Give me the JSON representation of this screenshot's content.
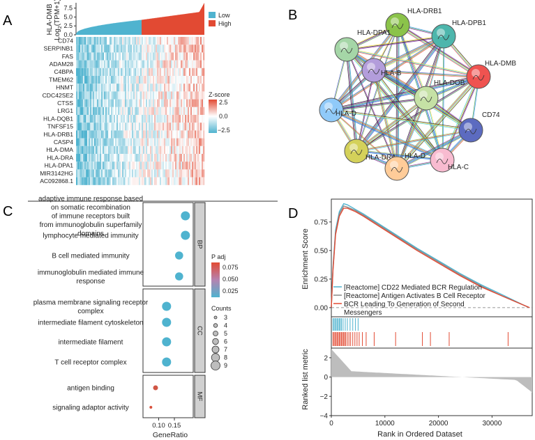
{
  "panels": {
    "a": "A",
    "b": "B",
    "c": "C",
    "d": "D"
  },
  "heatmap": {
    "top_ylabel": [
      "HLA-DMB",
      "Log",
      "2",
      "(TPM+1)"
    ],
    "top_yticks": [
      0.0,
      2.5,
      5.0,
      7.5
    ],
    "top_ylim": [
      0,
      9
    ],
    "groups": [
      {
        "name": "Low",
        "color": "#4FB3CF"
      },
      {
        "name": "High",
        "color": "#E24A33"
      }
    ],
    "genes": [
      "CD74",
      "SERPINB1",
      "FAS",
      "ADAM28",
      "C4BPA",
      "TMEM62",
      "HNMT",
      "CDC42SE2",
      "CTSS",
      "LRG1",
      "HLA-DQB1",
      "TNFSF15",
      "HLA-DRB1",
      "CASP4",
      "HLA-DMA",
      "HLA-DRA",
      "HLA-DPA1",
      "MIR3142HG",
      "AC092868.1"
    ],
    "zscore": {
      "title": "Z-score",
      "ticks": [
        2.5,
        0.0,
        -2.5
      ],
      "tick_labels": [
        "2.5",
        "0.0",
        "−2.5"
      ],
      "range": [
        -3,
        3
      ]
    }
  },
  "network": {
    "nodes": [
      "HLA-DRB1",
      "HLA-DPB1",
      "HLA-DPA1",
      "HLA-DMB",
      "HLA-B",
      "HLA-DOB",
      "HLA-D",
      "CD74",
      "HLA-DRA",
      "HLA-C",
      "HLA-D"
    ],
    "colors": [
      "#8BC34A",
      "#4DB6AC",
      "#A5D6A7",
      "#EF5350",
      "#B39DDB",
      "#C5E1A5",
      "#90CAF9",
      "#5C6BC0",
      "#D4D15A",
      "#F8BBD0",
      "#FFCC99"
    ]
  },
  "dotplot": {
    "xlabel": "GeneRatio",
    "xticks": [
      0.1,
      0.15
    ],
    "xtick_labels": [
      "0.10",
      "0.15"
    ],
    "sections": [
      "BP",
      "CC",
      "MF"
    ],
    "padj": {
      "title": "P adj",
      "ticks": [
        0.075,
        0.05,
        0.025
      ],
      "tick_labels": [
        "0.075",
        "0.050",
        "0.025"
      ]
    },
    "counts": {
      "title": "Counts",
      "values": [
        3,
        4,
        5,
        6,
        7,
        8,
        9
      ]
    }
  },
  "gsea": {
    "ylabel_es": "Enrichment Score",
    "ylabel_rank": "Ranked list metric",
    "xlabel": "Rank in Ordered Dataset",
    "es_ticks": [
      "0.00",
      "0.25",
      "0.50",
      "0.75"
    ],
    "rank_ticks": [
      "2",
      "0",
      "−2",
      "−4"
    ],
    "x_ticks": [
      "0",
      "10000",
      "20000",
      "30000"
    ],
    "legend": [
      {
        "label": "[Reactome] CD22 Mediated BCR Regulation",
        "color": "#4FB3CF"
      },
      {
        "label": "[Reactome] Antigen Activates B Cell Receptor",
        "color": "#888888"
      },
      {
        "label": "BCR Leading To Generation of Second Messengers",
        "color": "#E24A33"
      }
    ]
  },
  "chart_data": [
    {
      "type": "heatmap",
      "panel": "A",
      "rows": [
        "CD74",
        "SERPINB1",
        "FAS",
        "ADAM28",
        "C4BPA",
        "TMEM62",
        "HNMT",
        "CDC42SE2",
        "CTSS",
        "LRG1",
        "HLA-DQB1",
        "TNFSF15",
        "HLA-DRB1",
        "CASP4",
        "HLA-DMA",
        "HLA-DRA",
        "HLA-DPA1",
        "MIR3142HG",
        "AC092868.1"
      ],
      "groups": [
        "Low",
        "High"
      ],
      "top_bar": {
        "ylabel": "HLA-DMB Log2 (TPM+1)",
        "ylim": [
          0,
          9
        ],
        "yticks": [
          0.0,
          2.5,
          5.0,
          7.5
        ],
        "min": 0.3,
        "group_split": 4.2,
        "max": 9
      }
    },
    {
      "type": "scatter",
      "panel": "C",
      "xlabel": "GeneRatio",
      "xlim": [
        0.05,
        0.21
      ],
      "categories": [
        {
          "section": "BP",
          "term": "adaptive immune response based on somatic recombination of immune receptors built from immunoglobulin superfamily domains",
          "lines": [
            "adaptive immune response based",
            "on somatic recombination",
            "of immune receptors built",
            "from immunoglobulin superfamily",
            "domains"
          ],
          "x": 0.185,
          "padj": 0.01,
          "count": 9
        },
        {
          "section": "BP",
          "term": "lymphocyte mediated immunity",
          "lines": [
            "lymphocyte mediated immunity"
          ],
          "x": 0.185,
          "padj": 0.01,
          "count": 9
        },
        {
          "section": "BP",
          "term": "B cell mediated immunity",
          "lines": [
            "B cell mediated immunity"
          ],
          "x": 0.165,
          "padj": 0.01,
          "count": 8
        },
        {
          "section": "BP",
          "term": "immunoglobulin mediated immune response",
          "lines": [
            "immunoglobulin mediated immune",
            "response"
          ],
          "x": 0.165,
          "padj": 0.01,
          "count": 8
        },
        {
          "section": "CC",
          "term": "plasma membrane signaling receptor complex",
          "lines": [
            "plasma membrane signaling receptor",
            "complex"
          ],
          "x": 0.125,
          "padj": 0.01,
          "count": 9
        },
        {
          "section": "CC",
          "term": "intermediate filament cytoskeleton",
          "lines": [
            "intermediate filament cytoskeleton"
          ],
          "x": 0.125,
          "padj": 0.01,
          "count": 9
        },
        {
          "section": "CC",
          "term": "intermediate filament",
          "lines": [
            "intermediate filament"
          ],
          "x": 0.125,
          "padj": 0.01,
          "count": 9
        },
        {
          "section": "CC",
          "term": "T cell receptor complex",
          "lines": [
            "T cell receptor complex"
          ],
          "x": 0.125,
          "padj": 0.01,
          "count": 9
        },
        {
          "section": "MF",
          "term": "antigen binding",
          "lines": [
            "antigen binding"
          ],
          "x": 0.09,
          "padj": 0.085,
          "count": 5
        },
        {
          "section": "MF",
          "term": "signaling adaptor activity",
          "lines": [
            "signaling adaptor activity"
          ],
          "x": 0.075,
          "padj": 0.09,
          "count": 3
        }
      ]
    },
    {
      "type": "line",
      "panel": "D",
      "xlabel": "Rank in Ordered Dataset",
      "ylabel": "Enrichment Score",
      "xlim": [
        0,
        37500
      ],
      "ylim": [
        -0.08,
        0.95
      ],
      "series": [
        {
          "name": "[Reactome] CD22 Mediated BCR Regulation",
          "color": "#4FB3CF",
          "x": [
            0,
            300,
            800,
            1500,
            2300,
            3000,
            4500,
            6000,
            9000,
            12000,
            16000,
            20000,
            24000,
            28000,
            32000,
            36000,
            37000
          ],
          "y": [
            0,
            0.35,
            0.68,
            0.84,
            0.91,
            0.9,
            0.86,
            0.82,
            0.73,
            0.64,
            0.52,
            0.41,
            0.3,
            0.2,
            0.11,
            0.02,
            0
          ]
        },
        {
          "name": "[Reactome] Antigen Activates B Cell Receptor",
          "color": "#888888",
          "x": [
            0,
            300,
            800,
            1500,
            2300,
            3000,
            4500,
            6000,
            9000,
            12000,
            16000,
            20000,
            24000,
            28000,
            32000,
            36000,
            37000
          ],
          "y": [
            0,
            0.33,
            0.66,
            0.82,
            0.89,
            0.88,
            0.85,
            0.81,
            0.72,
            0.63,
            0.51,
            0.4,
            0.29,
            0.19,
            0.1,
            0.02,
            0
          ]
        },
        {
          "name": "BCR Leading To Generation of Second Messengers",
          "color": "#E24A33",
          "x": [
            0,
            300,
            800,
            1500,
            2300,
            3000,
            4500,
            6000,
            9000,
            12000,
            16000,
            20000,
            24000,
            28000,
            32000,
            36000,
            37000
          ],
          "y": [
            0,
            0.32,
            0.64,
            0.8,
            0.87,
            0.87,
            0.84,
            0.8,
            0.71,
            0.62,
            0.5,
            0.39,
            0.28,
            0.18,
            0.1,
            0.02,
            0
          ]
        }
      ],
      "hits_blue": [
        300,
        500,
        700,
        900,
        1100,
        1300,
        1500,
        1700,
        1900,
        2200,
        2600,
        3000,
        3500,
        4000,
        4500,
        5000
      ],
      "hits_red": [
        300,
        500,
        700,
        900,
        1100,
        1300,
        1500,
        1700,
        1900,
        2100,
        2300,
        2500,
        2700,
        3000,
        3300,
        3600,
        4000,
        4400,
        4800,
        5200,
        5800,
        6500,
        8000,
        12000,
        17000,
        18500,
        22000,
        33000
      ],
      "ranked_metric": {
        "ylim": [
          -4,
          3
        ],
        "yticks": [
          2,
          0,
          -2,
          -4
        ],
        "start": 2.9,
        "end": -1.6
      }
    }
  ]
}
